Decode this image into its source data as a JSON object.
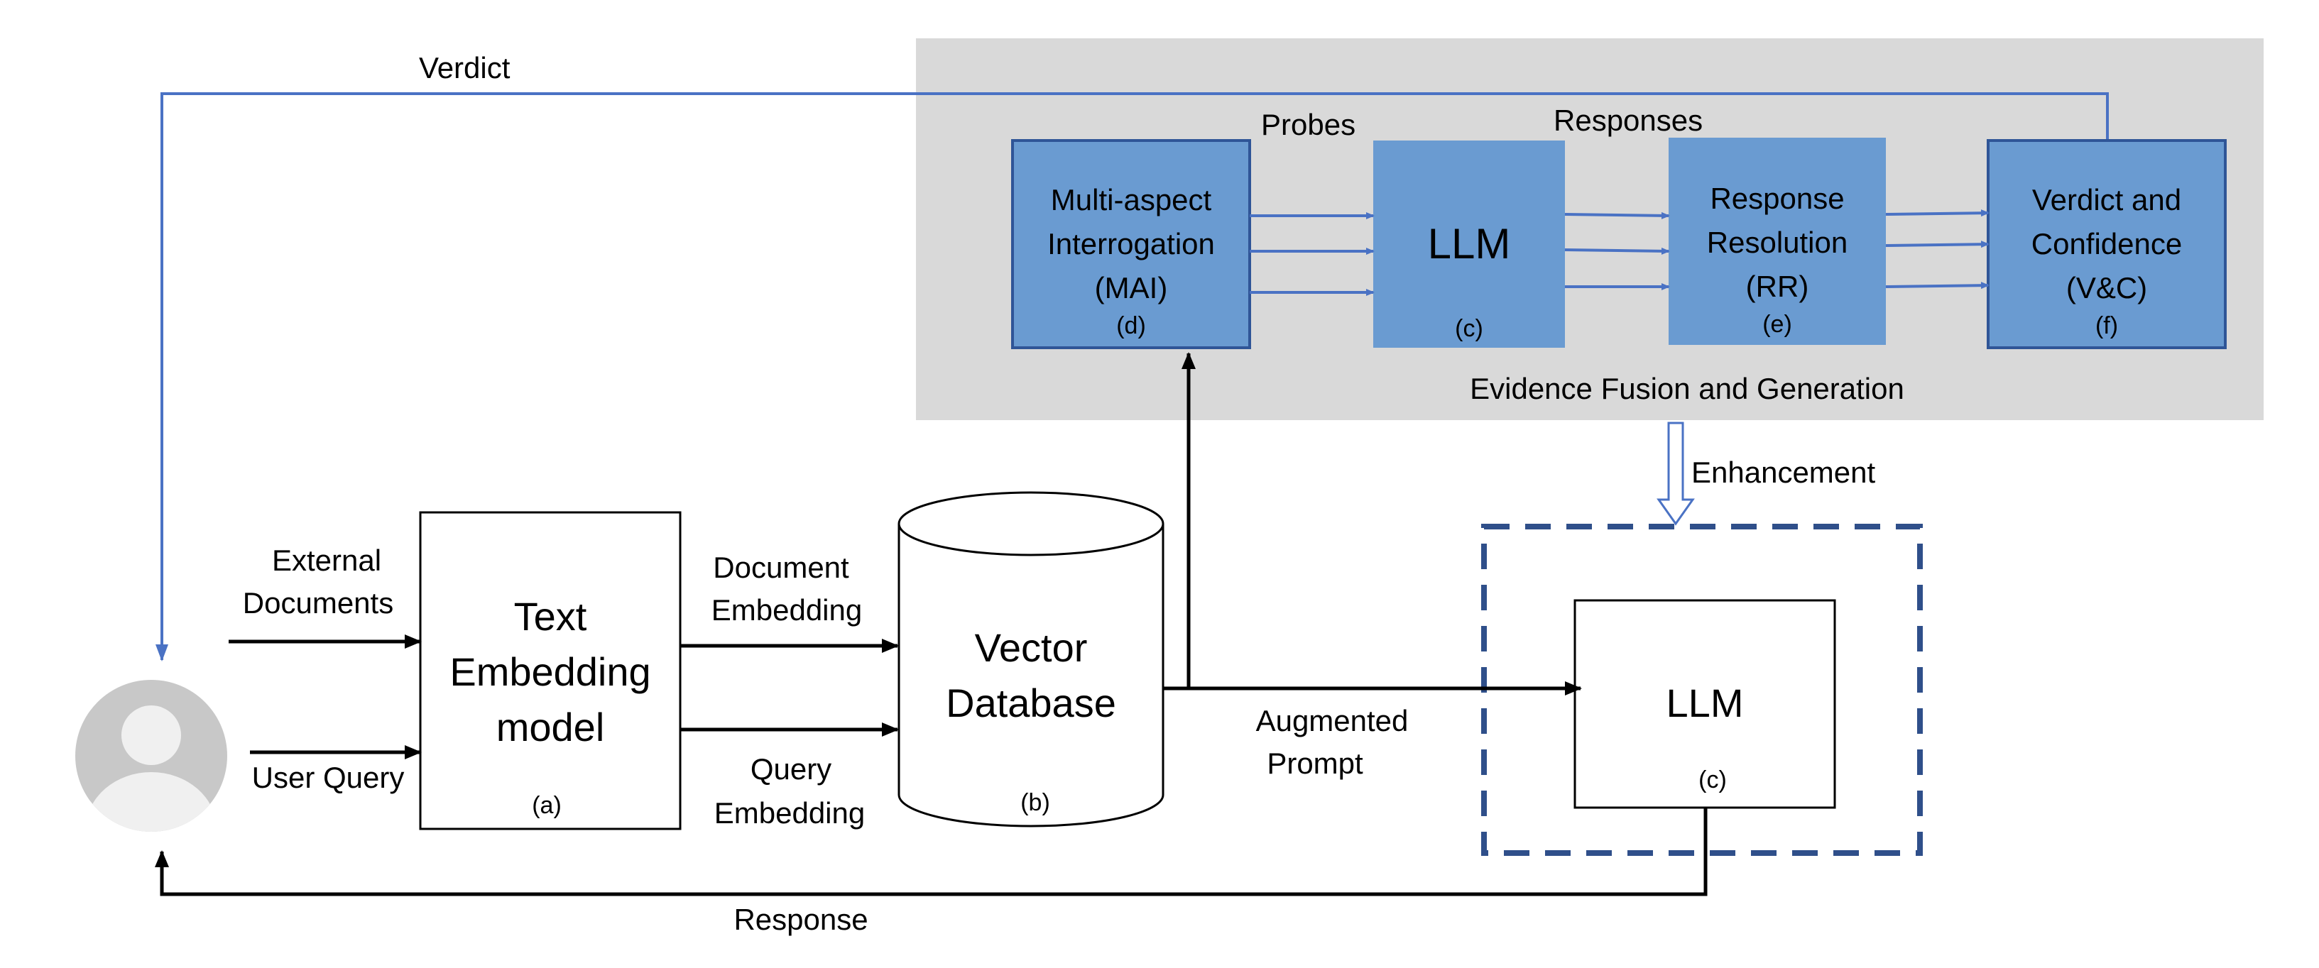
{
  "labels": {
    "verdict": "Verdict",
    "probes": "Probes",
    "responses": "Responses",
    "evidence_fusion": "Evidence Fusion and Generation",
    "enhancement": "Enhancement",
    "external_documents": [
      "External",
      "Documents"
    ],
    "user_query": "User Query",
    "document_embedding": [
      "Document",
      "Embedding"
    ],
    "query_embedding": [
      "Query",
      "Embedding"
    ],
    "augmented_prompt": [
      "Augmented",
      "Prompt"
    ],
    "response": "Response"
  },
  "boxes": {
    "text_embedding": {
      "lines": [
        "Text",
        "Embedding",
        "model"
      ],
      "tag": "(a)"
    },
    "vector_db": {
      "lines": [
        "Vector",
        "Database"
      ],
      "tag": "(b)"
    },
    "llm_main": {
      "label": "LLM",
      "tag": "(c)"
    },
    "mai": {
      "lines": [
        "Multi-aspect",
        "Interrogation",
        "(MAI)"
      ],
      "tag": "(d)"
    },
    "llm_probe": {
      "label": "LLM",
      "tag": "(c)"
    },
    "rr": {
      "lines": [
        "Response",
        "Resolution",
        "(RR)"
      ],
      "tag": "(e)"
    },
    "vc": {
      "lines": [
        "Verdict and",
        "Confidence",
        "(V&C)"
      ],
      "tag": "(f)"
    }
  },
  "colors": {
    "panel": "#d9d9d9",
    "box_blue": "#6a9bd1",
    "box_blue_border": "#2f5597",
    "arrow_blue": "#4a72c4",
    "dashed": "#2f4f8a",
    "black": "#000000"
  },
  "icons": {
    "user": "user-avatar-icon"
  }
}
